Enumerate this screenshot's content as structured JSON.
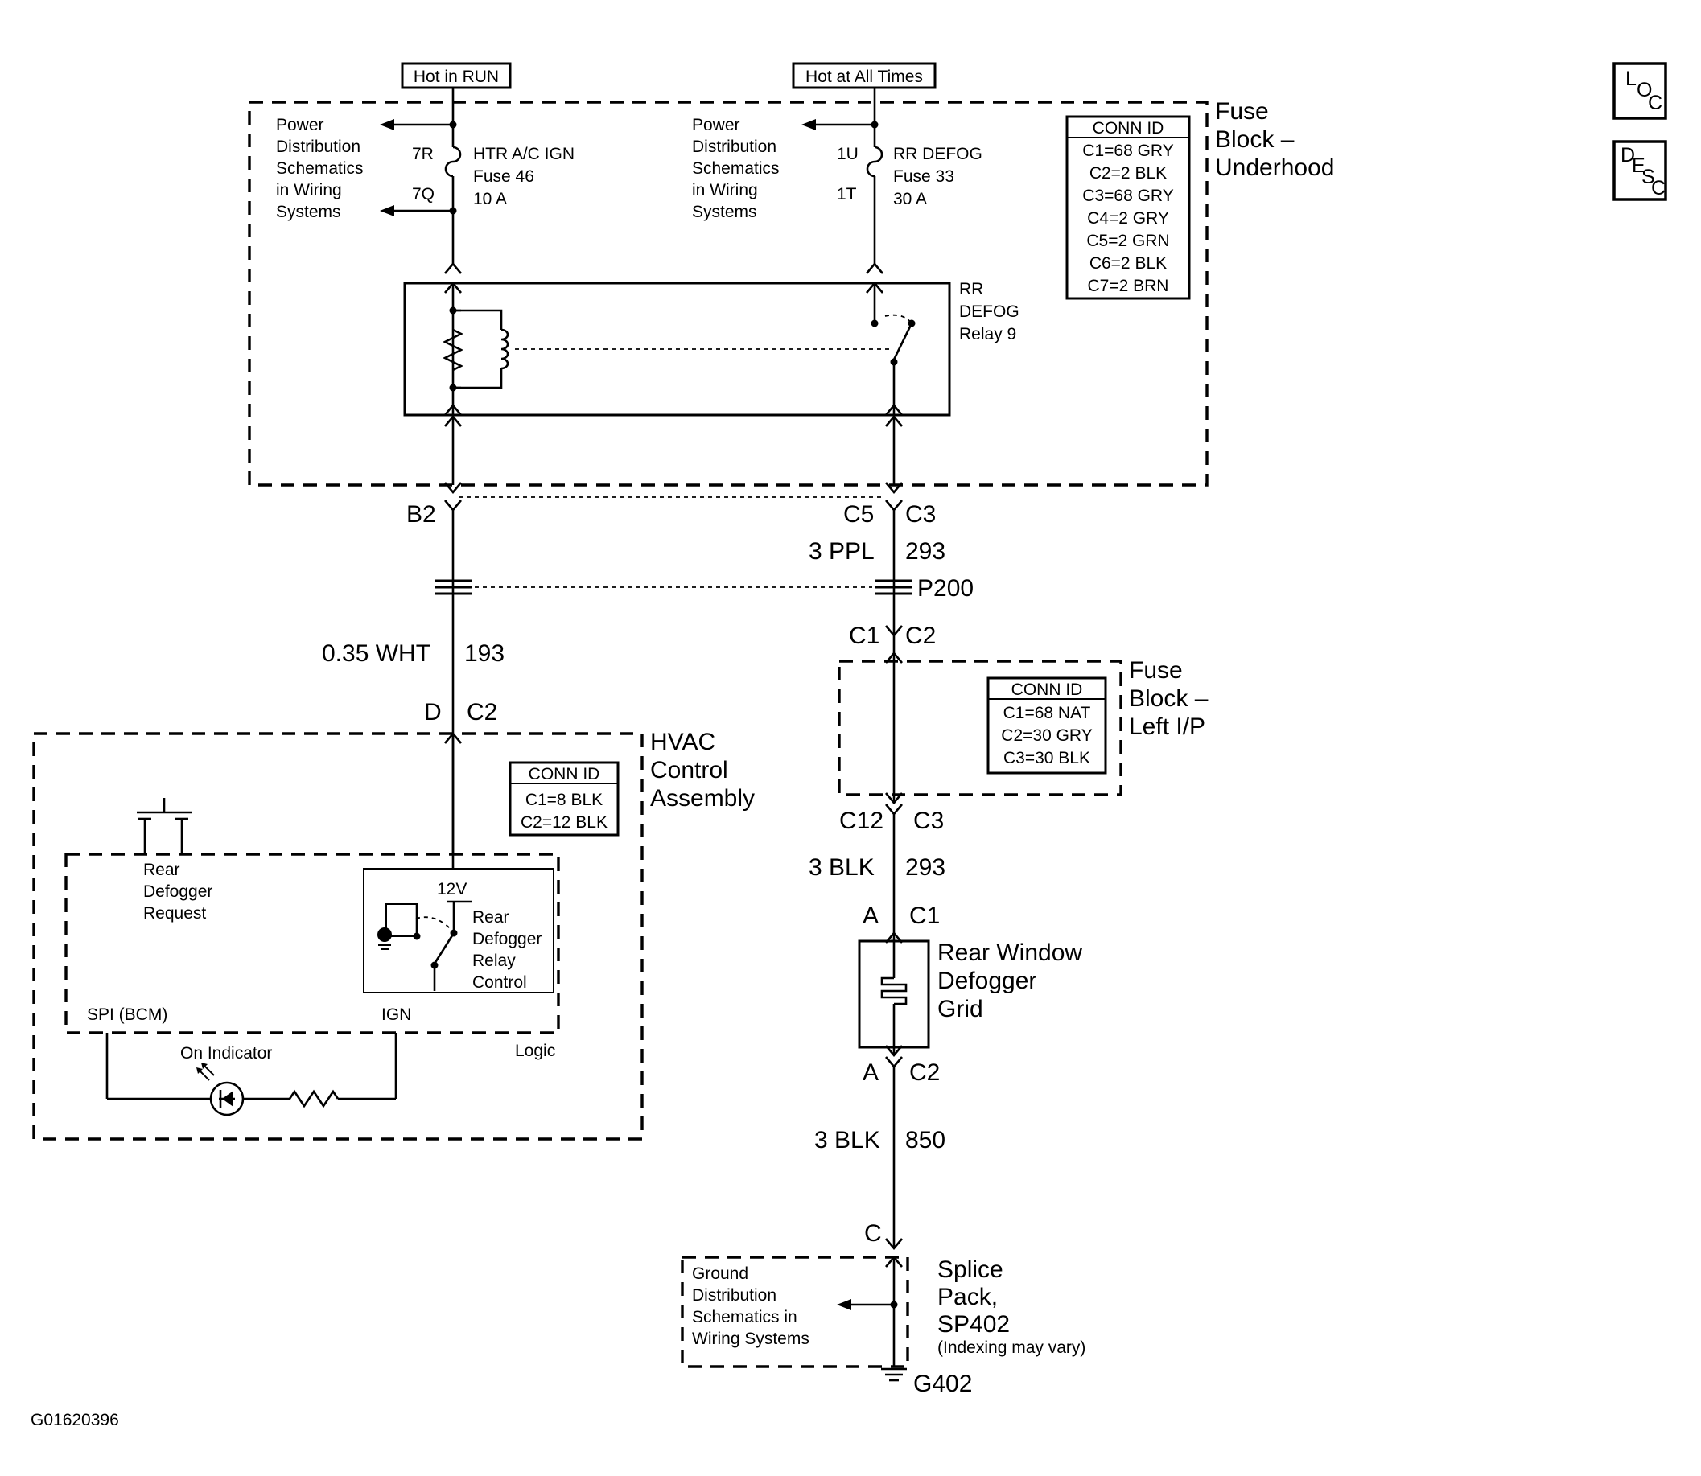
{
  "hot_run": "Hot in RUN",
  "hot_all": "Hot at All Times",
  "power_dist_left": [
    "Power",
    "Distribution",
    "Schematics",
    "in Wiring",
    "Systems"
  ],
  "power_dist_right": [
    "Power",
    "Distribution",
    "Schematics",
    "in Wiring",
    "Systems"
  ],
  "pin_7r": "7R",
  "pin_7q": "7Q",
  "fuse46": [
    "HTR A/C IGN",
    "Fuse 46",
    "10 A"
  ],
  "pin_1u": "1U",
  "pin_1t": "1T",
  "fuse33": [
    "RR DEFOG",
    "Fuse 33",
    "30 A"
  ],
  "relay9": [
    "RR",
    "DEFOG",
    "Relay 9"
  ],
  "fuse_block_underhood": [
    "Fuse",
    "Block –",
    "Underhood"
  ],
  "conn_underhood": {
    "title": "CONN ID",
    "rows": [
      "C1=68 GRY",
      "C2=2 BLK",
      "C3=68 GRY",
      "C4=2 GRY",
      "C5=2 GRN",
      "C6=2 BLK",
      "C7=2 BRN"
    ]
  },
  "b2": "B2",
  "c5": "C5",
  "c3_top": "C3",
  "wire_3ppl": "3 PPL",
  "wire_293_a": "293",
  "p200": "P200",
  "c1_ip": "C1",
  "c2_ip": "C2",
  "wire_035wht": "0.35 WHT",
  "wire_193": "193",
  "d": "D",
  "c2_hvac": "C2",
  "fuse_block_ip": [
    "Fuse",
    "Block –",
    "Left I/P"
  ],
  "conn_ip": {
    "title": "CONN ID",
    "rows": [
      "C1=68 NAT",
      "C2=30 GRY",
      "C3=30 BLK"
    ]
  },
  "c12": "C12",
  "c3_ip": "C3",
  "wire_3blk_a": "3 BLK",
  "wire_293_b": "293",
  "a_top": "A",
  "c1_grid": "C1",
  "rear_window": [
    "Rear Window",
    "Defogger",
    "Grid"
  ],
  "a_bot": "A",
  "c2_grid": "C2",
  "wire_3blk_b": "3 BLK",
  "wire_850": "850",
  "c_splice": "C",
  "ground_dist": [
    "Ground",
    "Distribution",
    "Schematics in",
    "Wiring Systems"
  ],
  "splice_pack": [
    "Splice",
    "Pack,",
    "SP402"
  ],
  "indexing": "(Indexing may vary)",
  "g402": "G402",
  "hvac": [
    "HVAC",
    "Control",
    "Assembly"
  ],
  "conn_hvac": {
    "title": "CONN ID",
    "rows": [
      "C1=8 BLK",
      "C2=12 BLK"
    ]
  },
  "rear_defogger_request": [
    "Rear",
    "Defogger",
    "Request"
  ],
  "v12": "12V",
  "relay_control": [
    "Rear",
    "Defogger",
    "Relay",
    "Control"
  ],
  "spi": "SPI (BCM)",
  "ign": "IGN",
  "logic": "Logic",
  "on_indicator": "On Indicator",
  "figure_id": "G01620396",
  "loc_letters": [
    "L",
    "O",
    "C"
  ],
  "desc_letters": [
    "D",
    "E",
    "S",
    "C"
  ]
}
